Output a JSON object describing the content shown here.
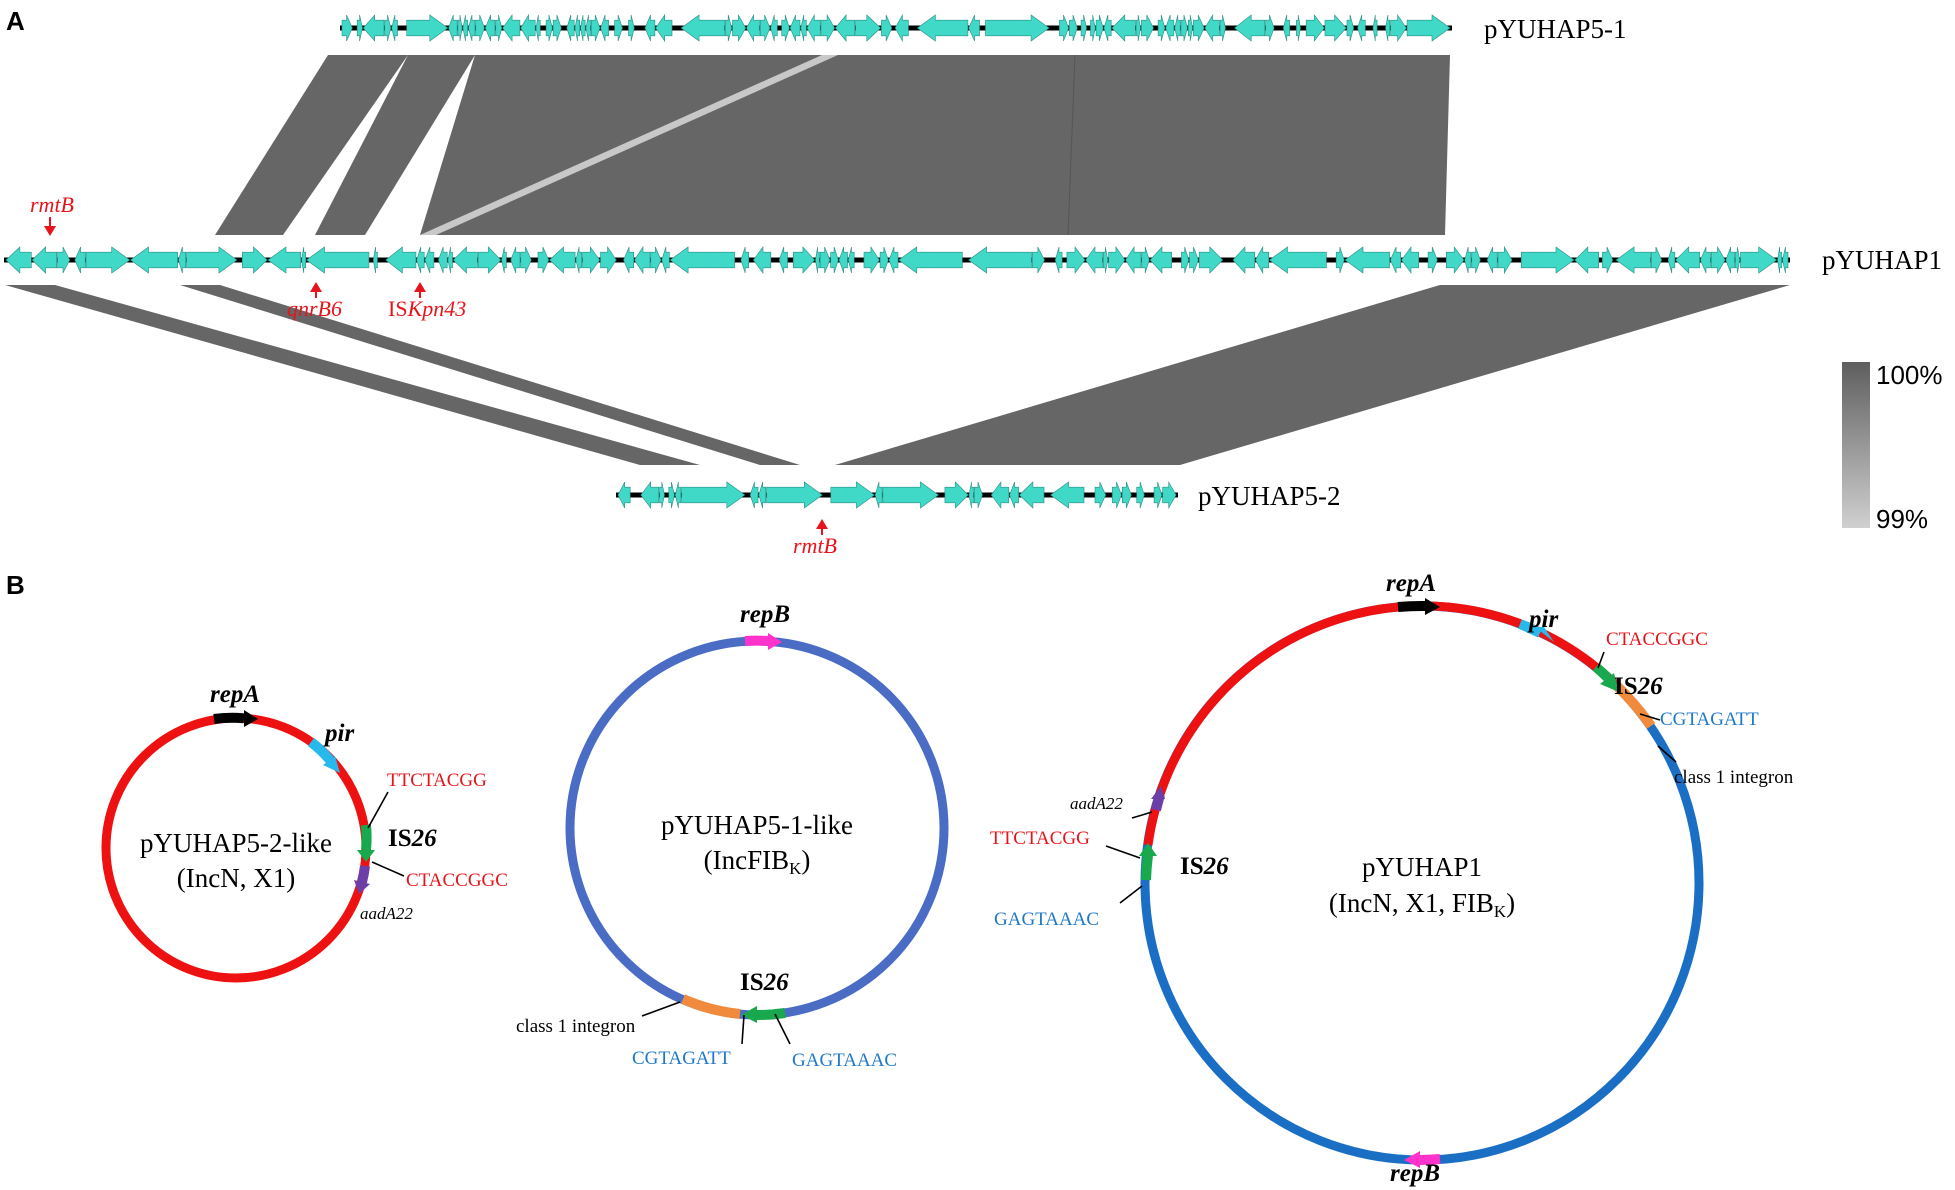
{
  "panels": {
    "a": "A",
    "b": "B"
  },
  "panel_a": {
    "tracks": [
      {
        "name": "pYUHAP5-1"
      },
      {
        "name": "pYUHAP1"
      },
      {
        "name": "pYUHAP5-2"
      }
    ],
    "annotations": {
      "rmtB_top": "rmtB",
      "qnrB6": "qnrB6",
      "ISKpn43_prefix": "IS",
      "ISKpn43_ital": "Kpn43",
      "rmtB_bottom": "rmtB"
    },
    "legend": {
      "max_label": "100%",
      "min_label": "99%"
    }
  },
  "panel_b": {
    "small_left": {
      "name": "pYUHAP5-2-like",
      "type": "(IncN, X1)",
      "repA": "repA",
      "pir": "pir",
      "is26_prefix": "IS",
      "is26_ital": "26",
      "seq_top": "TTCTACGG",
      "seq_bottom": "CTACCGGC",
      "aadA22": "aadA22"
    },
    "middle": {
      "name": "pYUHAP5-1-like",
      "type_prefix": "(IncFIB",
      "type_sub": "K",
      "type_suffix": ")",
      "repB": "repB",
      "is26_prefix": "IS",
      "is26_ital": "26",
      "integron": "class 1 integron",
      "seq_left": "CGTAGATT",
      "seq_right": "GAGTAAAC"
    },
    "large_right": {
      "name": "pYUHAP1",
      "type_prefix": "(IncN, X1, FIB",
      "type_sub": "K",
      "type_suffix": ")",
      "repA": "repA",
      "pir": "pir",
      "seq_ctaccggc": "CTACCGGC",
      "is26_top_prefix": "IS",
      "is26_top_ital": "26",
      "seq_cgtagatt": "CGTAGATT",
      "integron": "class 1 integron",
      "aadA22": "aadA22",
      "seq_ttctacgg": "TTCTACGG",
      "is26_left_prefix": "IS",
      "is26_left_ital": "26",
      "seq_gagtaaac": "GAGTAAAC",
      "repB": "repB"
    }
  },
  "colors": {
    "gene_arrow": "#40d9c8",
    "backbone": "#000000",
    "homology": "#666666",
    "homology_low": "#c8c8c8",
    "label_red": "#e8141b",
    "label_blue": "#1f78c8",
    "incN_red": "#ee1111",
    "incFIB_blue_mid": "#4a6cc4",
    "incFIB_blue_right": "#1a6fc4",
    "repA": "#000000",
    "repB": "#ff33cc",
    "pir": "#28b9ec",
    "is26": "#18a84e",
    "aadA22": "#6c3fa8",
    "integron": "#f08a3c"
  }
}
